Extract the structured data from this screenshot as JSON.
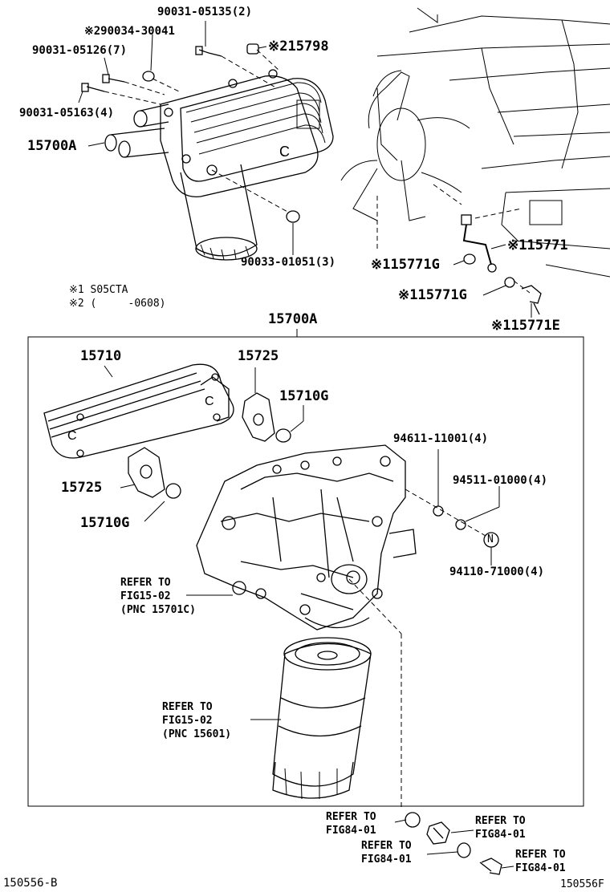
{
  "notes": {
    "note1": "※1 S05CTA",
    "note2": "※2 (     -0608)"
  },
  "top_callouts": {
    "bolt_2": "90031-05135(2)",
    "oring_290034": "※290034-30041",
    "plug_15798": "※215798",
    "bolt_7": "90031-05126(7)",
    "bolt_4": "90031-05163(4)",
    "assy_15700A": "15700A",
    "gasket_90033": "90033-01051(3)",
    "pipe_15771": "※115771",
    "gasket_15771G_a": "※115771G",
    "gasket_15771G_b": "※115771G",
    "bolt_15771E": "※115771E"
  },
  "box_title": "15700A",
  "box_callouts": {
    "cooler_15710": "15710",
    "gasket_15725_top": "15725",
    "oring_15710G_top": "15710G",
    "gasket_15725_left": "15725",
    "oring_15710G_left": "15710G",
    "washer_94611": "94611-11001(4)",
    "washer_94511": "94511-01000(4)",
    "nut_94110": "94110-71000(4)",
    "nut_marker": "N"
  },
  "refer_notes": {
    "bracket_ref": "REFER TO\nFIG15-02\n(PNC 15701C)",
    "filter_ref": "REFER TO\nFIG15-02\n(PNC 15601)",
    "fig84_a": "REFER TO\nFIG84-01",
    "fig84_b": "REFER TO\nFIG84-01",
    "fig84_c": "REFER TO\nFIG84-01",
    "fig84_d": "REFER TO\nFIG84-01"
  },
  "footer": {
    "left_code": "150556-B",
    "right_code": "150556F"
  }
}
